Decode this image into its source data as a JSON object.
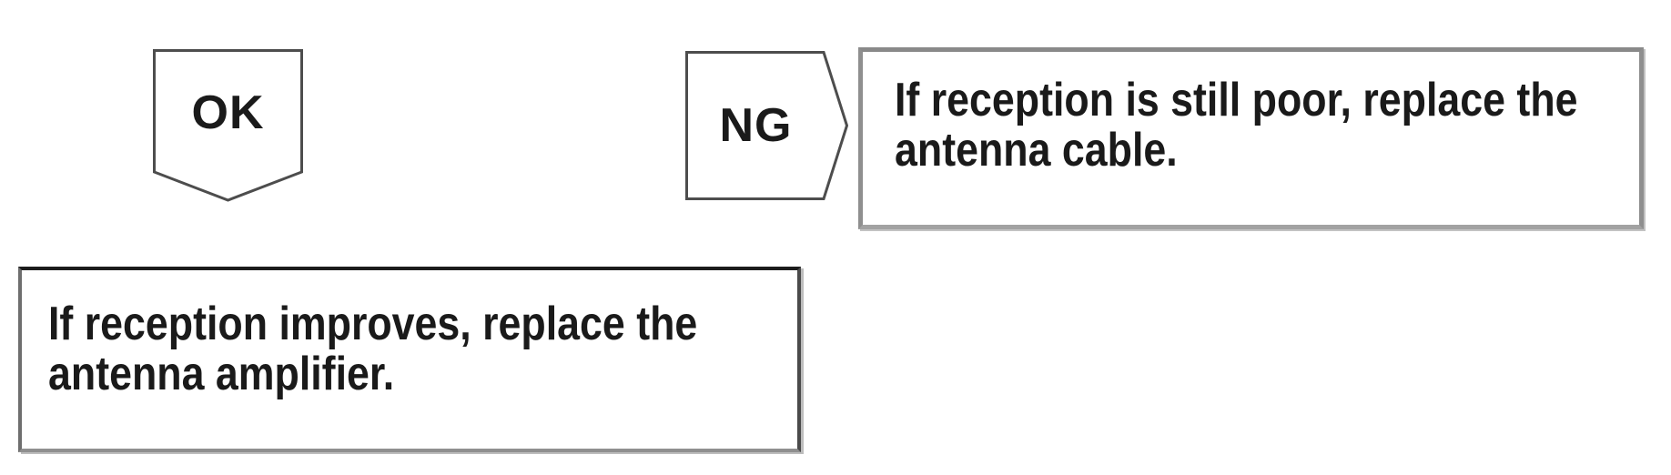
{
  "diagram": {
    "title": "antenna reception diagnostic flow fragment",
    "ok_branch": {
      "tag_label": "OK",
      "instruction": "If reception improves, replace the\nantenna amplifier."
    },
    "ng_branch": {
      "tag_label": "NG",
      "instruction": "If reception is still poor, replace the\nantenna cable."
    }
  },
  "theme": {
    "background": "#ffffff",
    "ink": "#1a1a1a",
    "shape_outline": "#4d4d4d",
    "box_border_gray": "#8f8f8f",
    "box_border_dark": "#1c1c1c"
  }
}
